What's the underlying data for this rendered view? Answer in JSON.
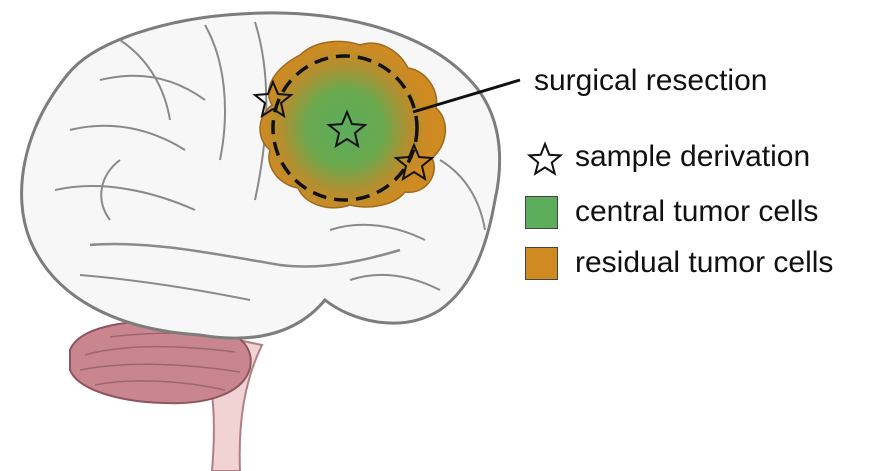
{
  "annotation": {
    "text": "surgical resection"
  },
  "legend": {
    "items": [
      {
        "label": "sample derivation",
        "icon": "star-outline-icon"
      },
      {
        "label": "central tumor cells",
        "color": "#5cad5c"
      },
      {
        "label": "residual tumor cells",
        "color": "#d08a22"
      }
    ]
  },
  "colors": {
    "brain_fill": "#f7f7f7",
    "brain_outline": "#7d7d7d",
    "cerebellum": "#c9868f",
    "brainstem": "#f2d3d3",
    "tumor_center": "#5cad5c",
    "tumor_edge": "#d08a22"
  }
}
